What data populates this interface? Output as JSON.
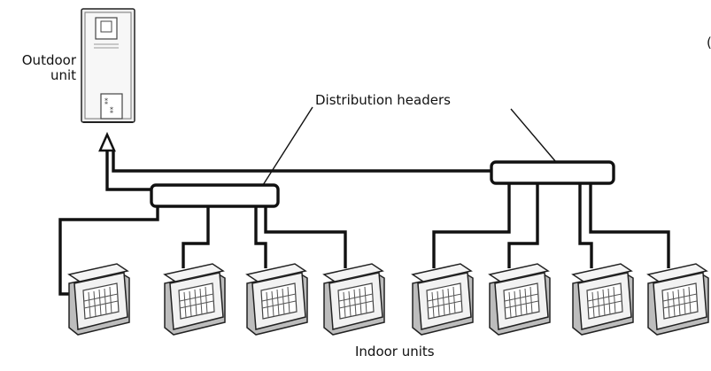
{
  "labels": {
    "outdoor_line1": "Outdoor",
    "outdoor_line2": "unit",
    "distribution_headers": "Distribution headers",
    "indoor_units": "Indoor units",
    "edge_fragment": "("
  },
  "colors": {
    "line": "#111111",
    "unit_fill": "#f2f2f2",
    "unit_shadow": "#bdbdbd",
    "grille": "#555555"
  },
  "diagram": {
    "outdoor_unit_count": 1,
    "header_count": 2,
    "indoor_unit_count": 8,
    "icons": [
      "outdoor-unit-icon",
      "cassette-indoor-unit-icon",
      "flow-arrow-icon"
    ]
  }
}
